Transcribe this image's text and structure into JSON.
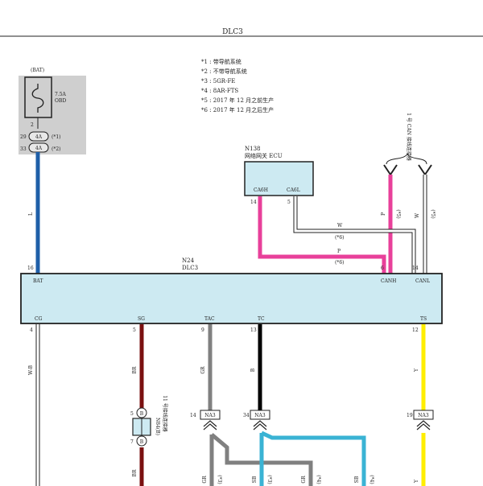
{
  "page": {
    "title": "DLC3"
  },
  "notes": [
    "*1 : 带导航系统",
    "*2 : 不带导航系统",
    "*3 : 5GR-FE",
    "*4 : 8AR-FTS",
    "*5 : 2017 年 12 月之前生产",
    "*6 : 2017 年 12 月之后生产"
  ],
  "fuse": {
    "source": "(BAT)",
    "rating": "7.5A",
    "name": "OBD",
    "pin_out": "2",
    "connectors": [
      {
        "pin": "29",
        "id": "4A",
        "note": "(*1)"
      },
      {
        "pin": "33",
        "id": "4A",
        "note": "(*2)"
      }
    ]
  },
  "gateway": {
    "code": "N138",
    "name": "网络网关 ECU",
    "pins": [
      {
        "label": "CA6H",
        "number": "14"
      },
      {
        "label": "CA6L",
        "number": "5"
      }
    ]
  },
  "can_junction": {
    "title": "1 号 CAN 接线连接器"
  },
  "dlc3": {
    "code": "N24",
    "name": "DLC3",
    "top_pins": [
      {
        "label": "BAT",
        "number": "16"
      },
      {
        "label": "CANH",
        "number": "6"
      },
      {
        "label": "CANL",
        "number": "14"
      }
    ],
    "bottom_pins": [
      {
        "label": "CG",
        "number": "4"
      },
      {
        "label": "SG",
        "number": "5"
      },
      {
        "label": "TAC",
        "number": "9"
      },
      {
        "label": "TC",
        "number": "13"
      },
      {
        "label": "TS",
        "number": "12"
      }
    ]
  },
  "wires": {
    "bat": {
      "color_code": "L",
      "hex": "#1f5fa8"
    },
    "canh": {
      "color_code": "P",
      "note": "(*5)",
      "hex": "#e8409a"
    },
    "canl": {
      "color_code": "W",
      "note": "(*5)",
      "hex": "#ffffff"
    },
    "gw_canl": {
      "color_code": "W",
      "note": "(*6)"
    },
    "gw_canh": {
      "color_code": "P",
      "note": "(*6)"
    },
    "cg": {
      "color_code": "W-B",
      "hex": "#ffffff"
    },
    "sg": {
      "color_code": "BR",
      "hex": "#7a1010"
    },
    "tac": {
      "color_code": "GR",
      "hex": "#808080"
    },
    "tc": {
      "color_code": "B",
      "hex": "#000000"
    },
    "ts": {
      "color_code": "Y",
      "hex": "#ffee00"
    },
    "sb_hex": "#3ab3d4"
  },
  "junction_connector": {
    "code": "N84(B)",
    "name": "11 号接线连接器",
    "pin_top": "5",
    "pin_bottom": "7",
    "letter": "B"
  },
  "na3": [
    {
      "pin": "14",
      "label": "NA3"
    },
    {
      "pin": "34",
      "label": "NA3"
    },
    {
      "pin": "19",
      "label": "NA3"
    }
  ],
  "bottom_labels": [
    {
      "code": "GR",
      "note": "(*3)"
    },
    {
      "code": "SB",
      "note": "(*3)"
    },
    {
      "code": "GR",
      "note": "(*4)"
    },
    {
      "code": "SB",
      "note": "(*4)"
    }
  ],
  "below_junction": {
    "code": "BR"
  },
  "below_ts": {
    "code": "Y"
  }
}
